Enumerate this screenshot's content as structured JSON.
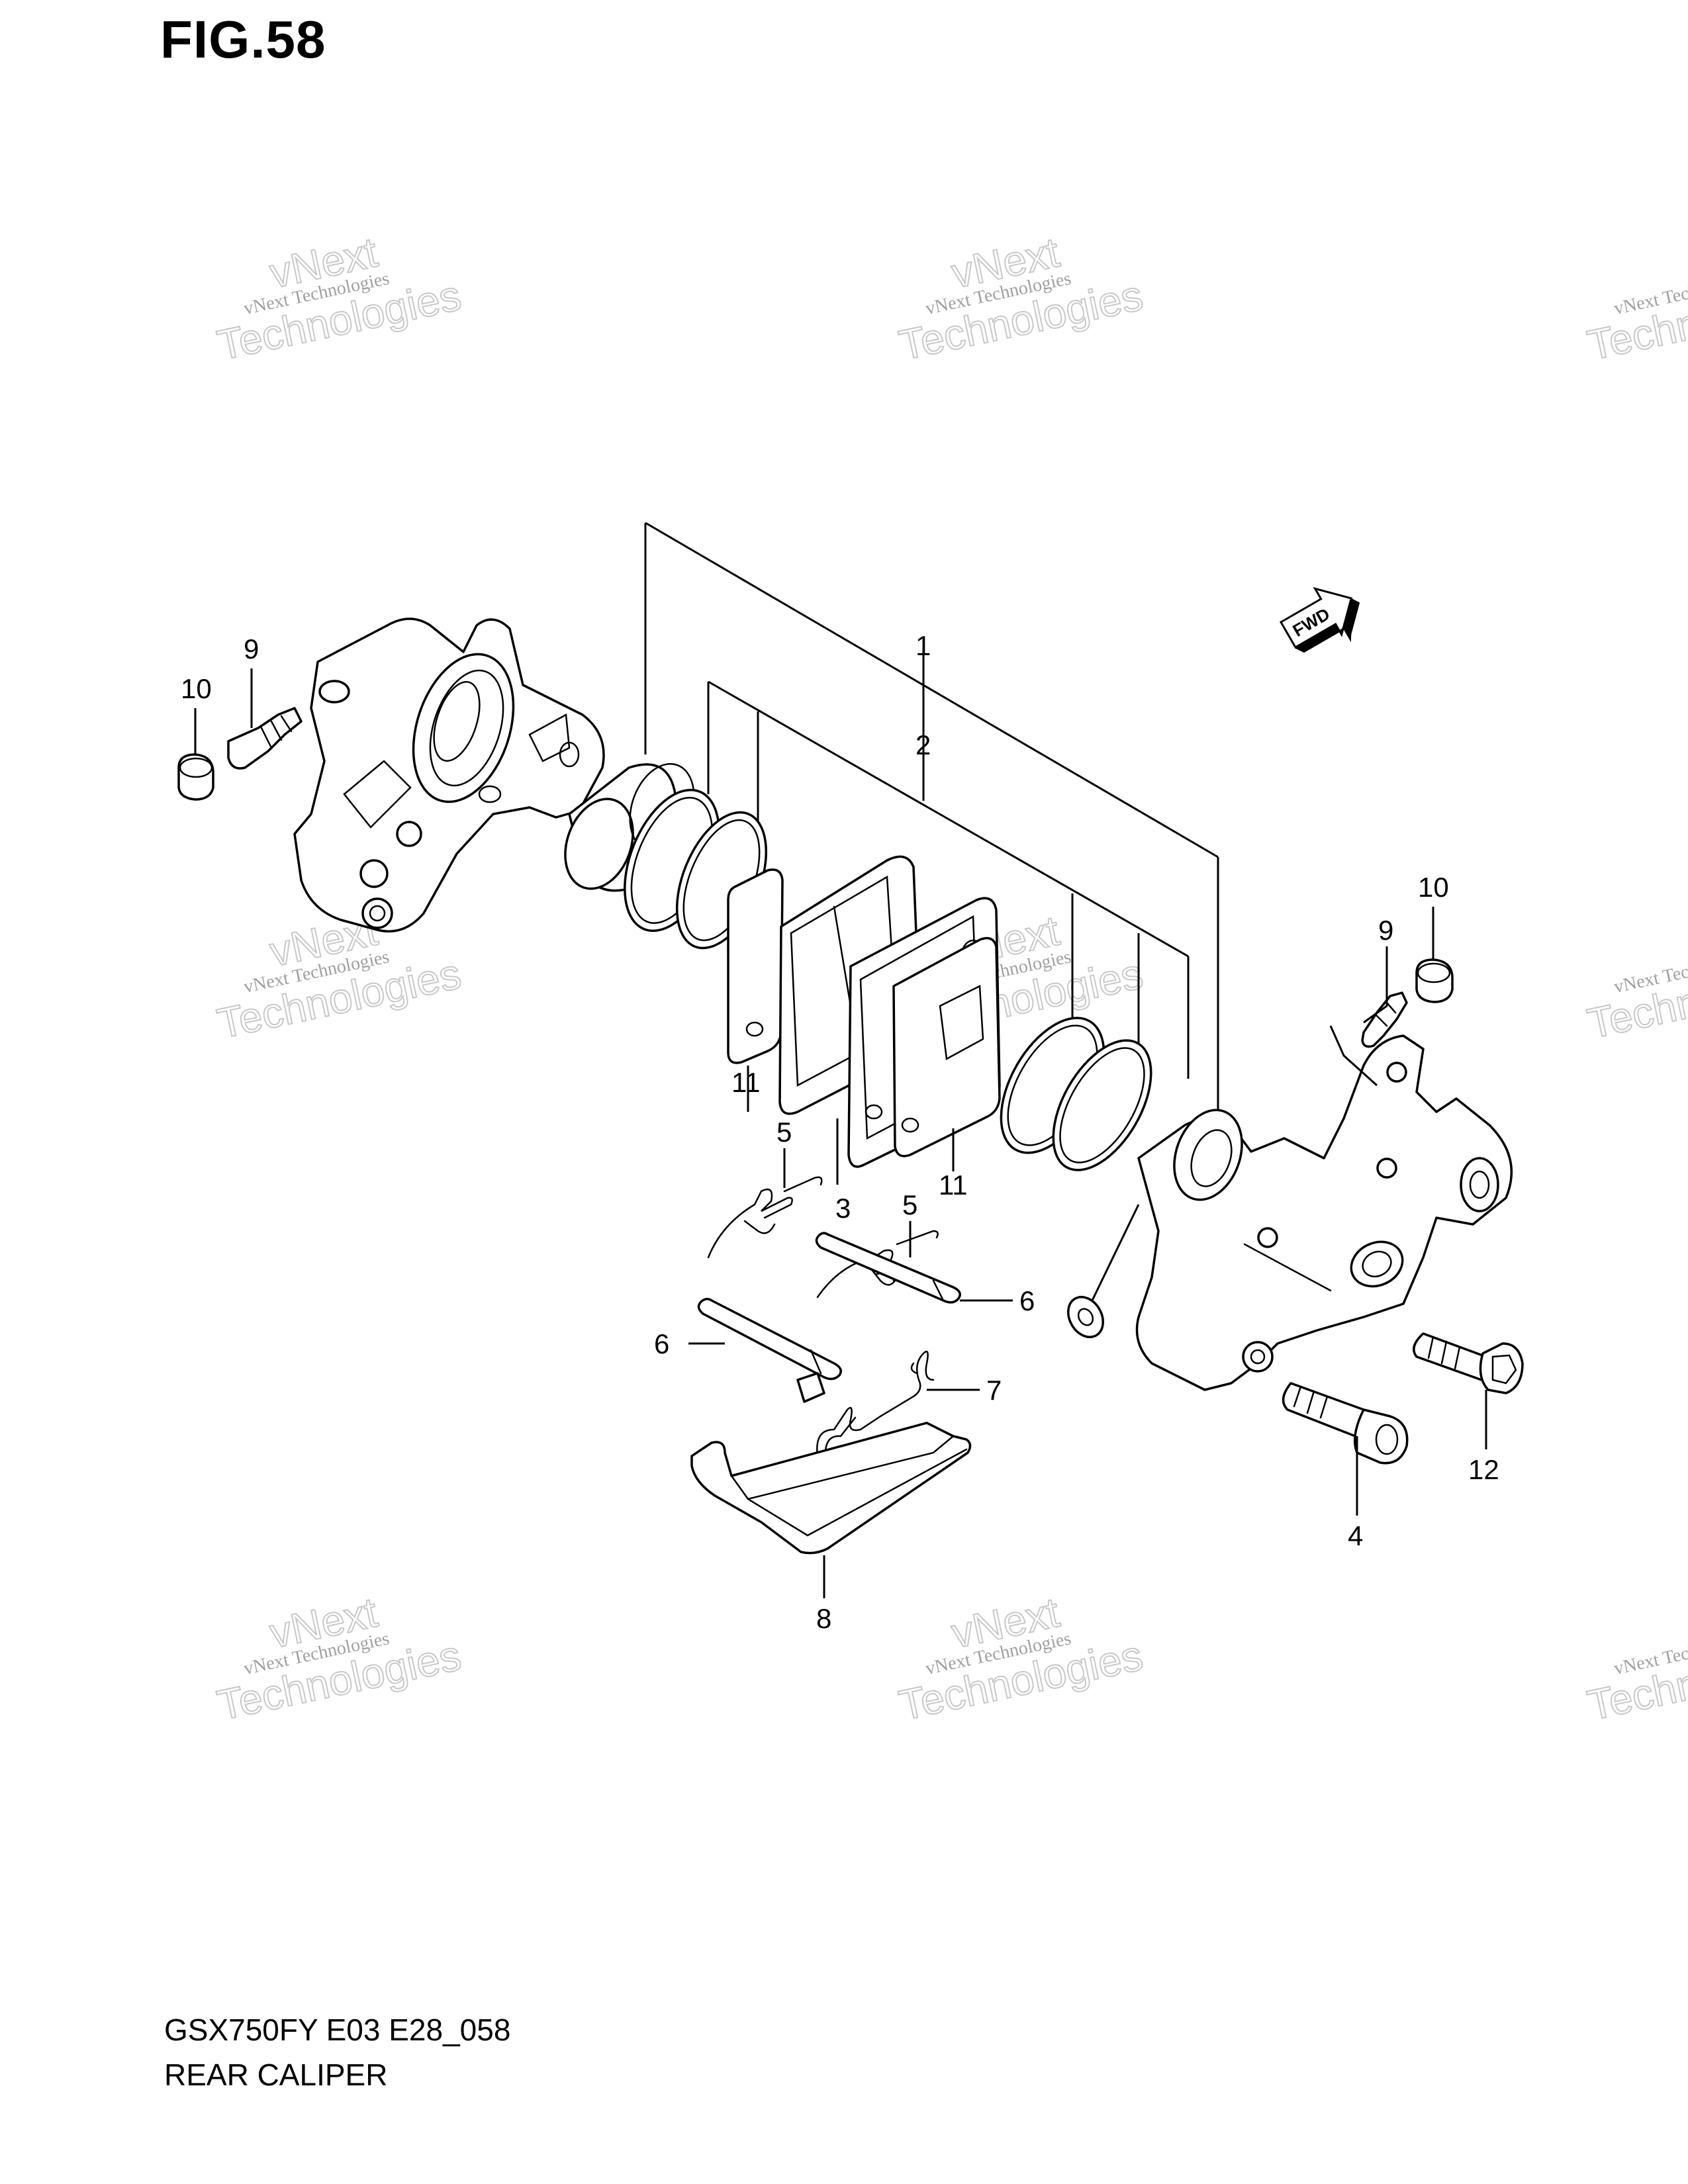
{
  "figure": {
    "title": "FIG.58",
    "model_code": "GSX750FY E03 E28_058",
    "name": "REAR CALIPER"
  },
  "watermark": {
    "line1": "vNext Technologies",
    "line2": "vNext",
    "line3": "Technologies"
  },
  "callouts": [
    {
      "id": "c1",
      "label": "1"
    },
    {
      "id": "c2",
      "label": "2"
    },
    {
      "id": "c3",
      "label": "3"
    },
    {
      "id": "c4",
      "label": "4"
    },
    {
      "id": "c5a",
      "label": "5"
    },
    {
      "id": "c5b",
      "label": "5"
    },
    {
      "id": "c6a",
      "label": "6"
    },
    {
      "id": "c6b",
      "label": "6"
    },
    {
      "id": "c7",
      "label": "7"
    },
    {
      "id": "c8",
      "label": "8"
    },
    {
      "id": "c9a",
      "label": "9"
    },
    {
      "id": "c9b",
      "label": "9"
    },
    {
      "id": "c10a",
      "label": "10"
    },
    {
      "id": "c10b",
      "label": "10"
    },
    {
      "id": "c11a",
      "label": "11"
    },
    {
      "id": "c11b",
      "label": "11"
    },
    {
      "id": "c12",
      "label": "12"
    }
  ],
  "fwd_marker": "FWD"
}
